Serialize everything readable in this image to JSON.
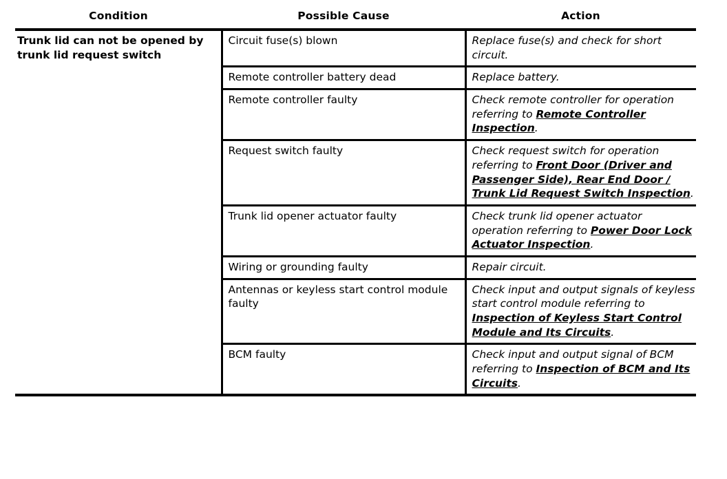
{
  "document": {
    "type": "diagnostic-trouble-chart",
    "headers": {
      "condition": "Condition",
      "possible_cause": "Possible Cause",
      "action": "Action"
    },
    "condition": "Trunk lid can not be opened by trunk lid request switch",
    "rows": [
      {
        "cause": "Circuit fuse(s) blown",
        "action_prefix": "Replace fuse(s) and check for short circuit.",
        "action_ref": "",
        "action_suffix": ""
      },
      {
        "cause": "Remote controller battery dead",
        "action_prefix": "Replace battery.",
        "action_ref": "",
        "action_suffix": ""
      },
      {
        "cause": "Remote controller faulty",
        "action_prefix": "Check remote controller for operation referring to ",
        "action_ref": "Remote Controller Inspection",
        "action_suffix": "."
      },
      {
        "cause": "Request switch faulty",
        "action_prefix": "Check request switch for operation referring to ",
        "action_ref": "Front Door (Driver and Passenger Side), Rear End Door / Trunk Lid Request Switch Inspection",
        "action_suffix": "."
      },
      {
        "cause": "Trunk lid opener actuator faulty",
        "action_prefix": "Check trunk lid opener actuator operation referring to ",
        "action_ref": "Power Door Lock Actuator Inspection",
        "action_suffix": "."
      },
      {
        "cause": "Wiring or grounding faulty",
        "action_prefix": "Repair circuit.",
        "action_ref": "",
        "action_suffix": ""
      },
      {
        "cause": "Antennas or keyless start control module faulty",
        "action_prefix": "Check input and output signals of keyless start control module referring to ",
        "action_ref": "Inspection of Keyless Start Control Module and Its Circuits",
        "action_suffix": "."
      },
      {
        "cause": "BCM faulty",
        "action_prefix": "Check input and output signal of BCM referring to ",
        "action_ref": "Inspection of BCM and Its Circuits",
        "action_suffix": "."
      }
    ]
  },
  "colors": {
    "text": "#000000",
    "background": "#ffffff",
    "rule": "#000000"
  }
}
